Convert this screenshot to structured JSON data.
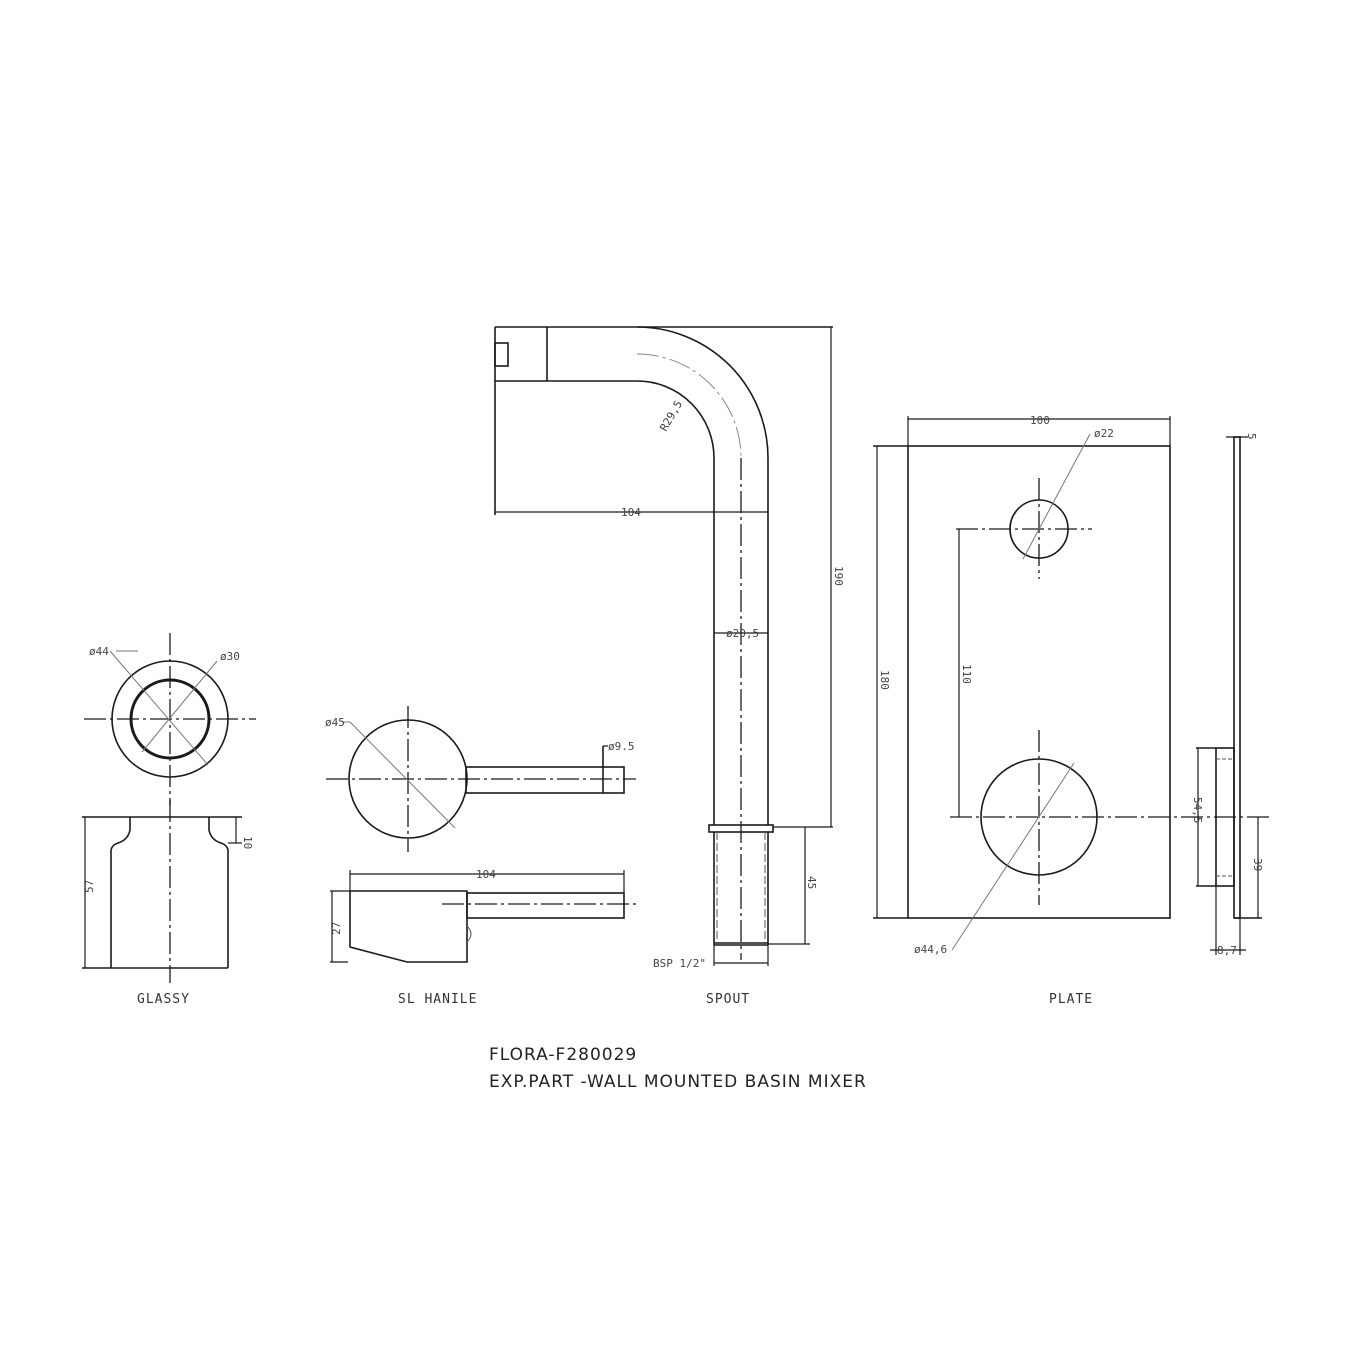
{
  "drawing": {
    "title_line1": "FLORA-F280029",
    "title_line2": "EXP.PART -WALL MOUNTED BASIN MIXER",
    "line_color": "#1a1a1a",
    "background": "#ffffff"
  },
  "parts": {
    "glassy": {
      "label": "GLASSY",
      "dims": {
        "outer_diameter": "ø44",
        "inner_diameter": "ø30",
        "height": "57",
        "neck": "10"
      }
    },
    "handle": {
      "label": "SL HANILE",
      "dims": {
        "disc_diameter": "ø45",
        "lever_diameter": "ø9.5",
        "length": "104",
        "height": "27"
      }
    },
    "spout": {
      "label": "SPOUT",
      "dims": {
        "bend_radius": "R29,5",
        "reach": "104",
        "tube_diameter": "ø20,5",
        "total_height": "190",
        "thread_length": "45",
        "thread": "BSP 1/2\""
      }
    },
    "plate": {
      "label": "PLATE",
      "dims": {
        "width": "100",
        "height": "180",
        "hole_spacing": "110",
        "small_hole": "ø22",
        "large_hole": "ø44,6",
        "thickness": "5",
        "boss_height": "54,5",
        "boss_offset": "39",
        "depth": "8,7"
      }
    }
  }
}
